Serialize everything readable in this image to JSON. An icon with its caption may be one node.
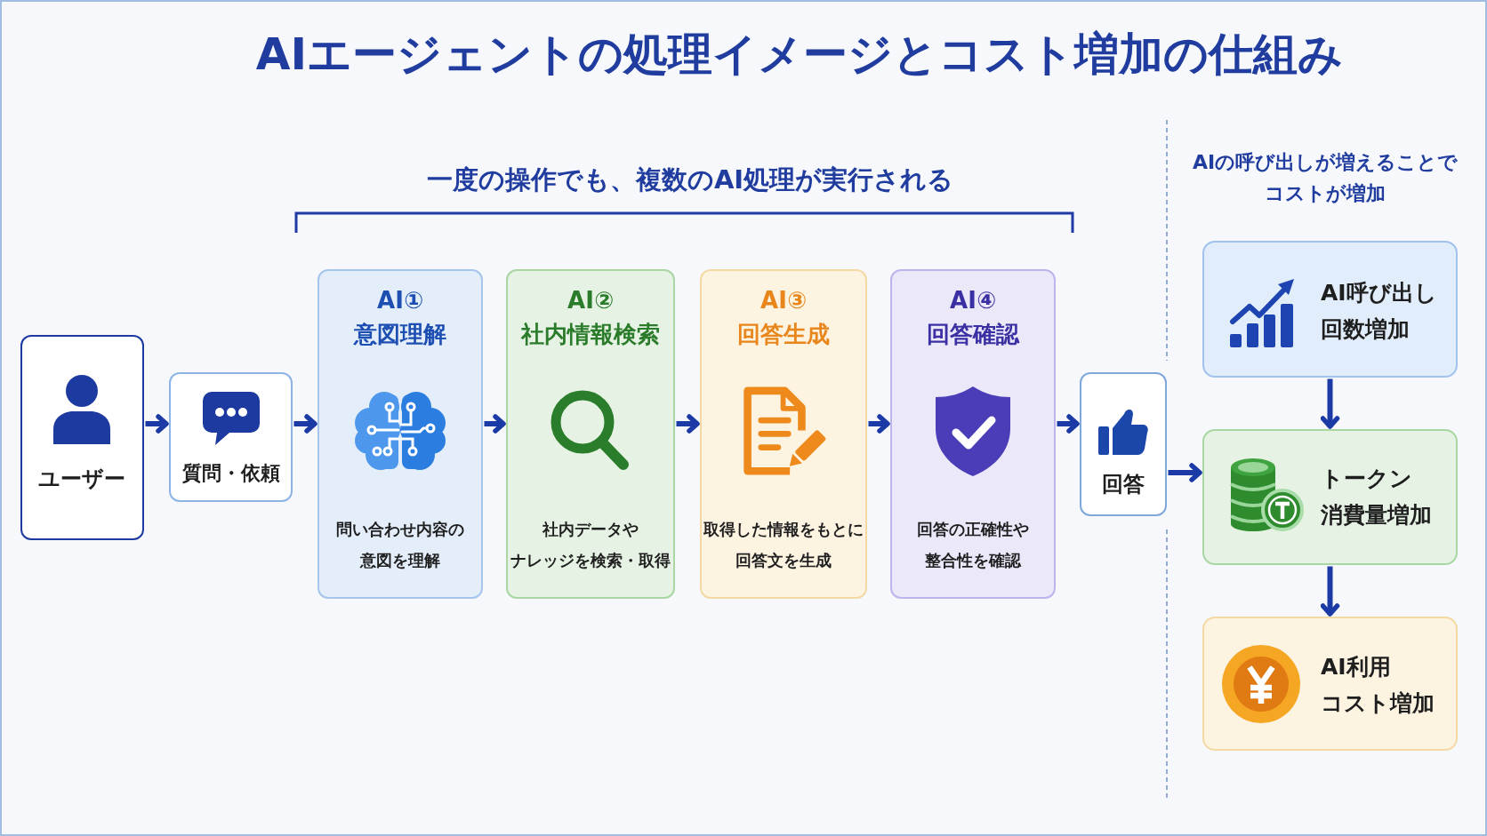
{
  "diagram": {
    "title": "AIエージェントの処理イメージとコスト増加の仕組み",
    "nodes": [
      {
        "text": [
          "ユーザー"
        ]
      },
      {
        "text": [
          "質問・依頼"
        ]
      },
      {
        "text": [
          "AI①",
          "意図理解",
          "問い合わせ内容の意図を理解"
        ]
      },
      {
        "text": [
          "AI②",
          "社内情報検索",
          "社内データやナレッジを検索・取得"
        ]
      },
      {
        "text": [
          "AI③",
          "回答生成",
          "取得した情報をもとに回答文を生成"
        ]
      },
      {
        "text": [
          "AI④",
          "回答確認",
          "回答の正確性や整合性を確認"
        ]
      },
      {
        "text": [
          "回答"
        ]
      },
      {
        "text": [
          "AI呼び出し回数増加"
        ]
      },
      {
        "text": [
          "トークン消費量増加"
        ]
      },
      {
        "text": [
          "AI利用コスト増加"
        ]
      }
    ],
    "edges": [
      {
        "from": 0,
        "to": 1,
        "arrow": "to"
      },
      {
        "from": 1,
        "to": 2,
        "arrow": "to"
      },
      {
        "from": 2,
        "to": 3,
        "arrow": "to"
      },
      {
        "from": 3,
        "to": 4,
        "arrow": "to"
      },
      {
        "from": 4,
        "to": 5,
        "arrow": "to"
      },
      {
        "from": 5,
        "to": 6,
        "arrow": "to"
      },
      {
        "from": 6,
        "to": 8,
        "arrow": "to"
      },
      {
        "from": 7,
        "to": 8,
        "arrow": "to"
      },
      {
        "from": 8,
        "to": 9,
        "arrow": "to"
      }
    ],
    "labels": [
      "一度の操作でも、複数のAI処理が実行される",
      "AIの呼び出しが増えることでコストが増加"
    ]
  }
}
